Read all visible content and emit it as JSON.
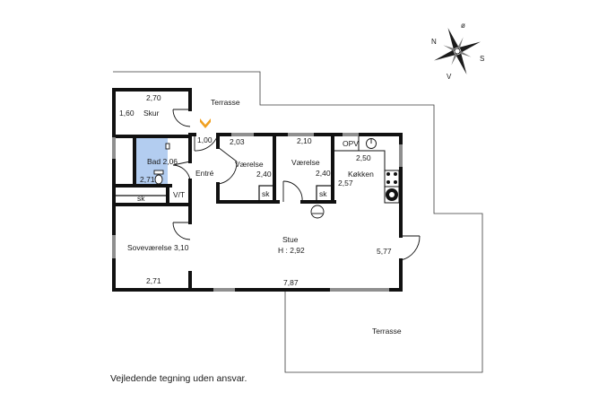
{
  "labels": {
    "terrasse_top": "Terrasse",
    "terrasse_bottom": "Terrasse",
    "skur": "Skur",
    "skur_w": "2,70",
    "skur_d": "1,60",
    "entry_dim": "1,00",
    "bad": "Bad 2,06",
    "bad_w": "2,71",
    "sk1": "sk",
    "vt": "V/T",
    "entre": "Entré",
    "vaerelse1": "Værelse",
    "vaerelse1_w": "2,03",
    "vaerelse1_d": "2,40",
    "sk2": "sk",
    "vaerelse2": "Værelse",
    "vaerelse2_w": "2,10",
    "vaerelse2_d": "2,40",
    "sk3": "sk",
    "opv": "OPV",
    "koekken": "Køkken",
    "koekken_w": "2,50",
    "koekken_d": "2,57",
    "stue": "Stue",
    "stue_h": "H : 2,92",
    "stue_d": "5,77",
    "stue_w": "7,87",
    "sovevaerelse": "Soveværelse 3,10",
    "sove_w": "2,71"
  },
  "compass": {
    "n": "N",
    "s": "S",
    "v": "V",
    "o": "ø"
  },
  "colors": {
    "wall": "#111111",
    "bath": "#b3cdf0",
    "window": "#8f8f8f",
    "entry_marker": "#f0a020"
  },
  "disclaimer": "Vejledende tegning uden ansvar."
}
